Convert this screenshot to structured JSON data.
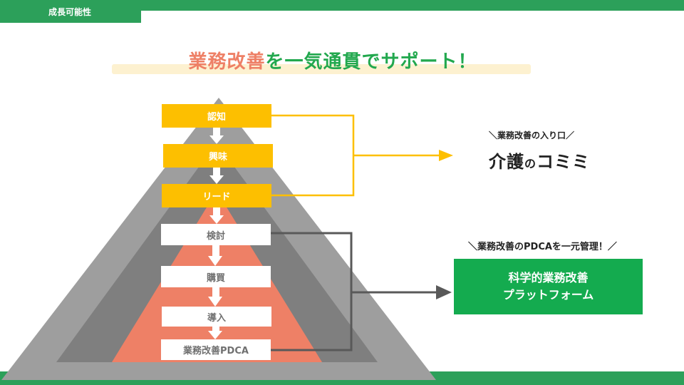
{
  "header": {
    "section_tab": "成長可能性"
  },
  "title": {
    "highlight": "業務改善",
    "rest": "を一気通貫でサポート！"
  },
  "funnel": {
    "marketing_steps": [
      "認知",
      "興味",
      "リード"
    ],
    "product_steps": [
      "検討",
      "購買",
      "導入",
      "業務改善PDCA"
    ]
  },
  "right": {
    "entry_caption": "＼業務改善の入り口／",
    "logo": {
      "part1": "介護",
      "part2": "の",
      "part3": "コミミ"
    },
    "pdca_caption": "＼業務改善のPDCAを一元管理！／",
    "platform": {
      "line1": "科学的業務改善",
      "line2": "プラットフォーム"
    }
  },
  "colors": {
    "green": "#2ca05a",
    "yellow": "#fdbf00",
    "orange": "#ee8066",
    "platform_green": "#14ab4f",
    "gray_outer": "#9e9e9e",
    "gray_inner": "#7f7f7f"
  }
}
